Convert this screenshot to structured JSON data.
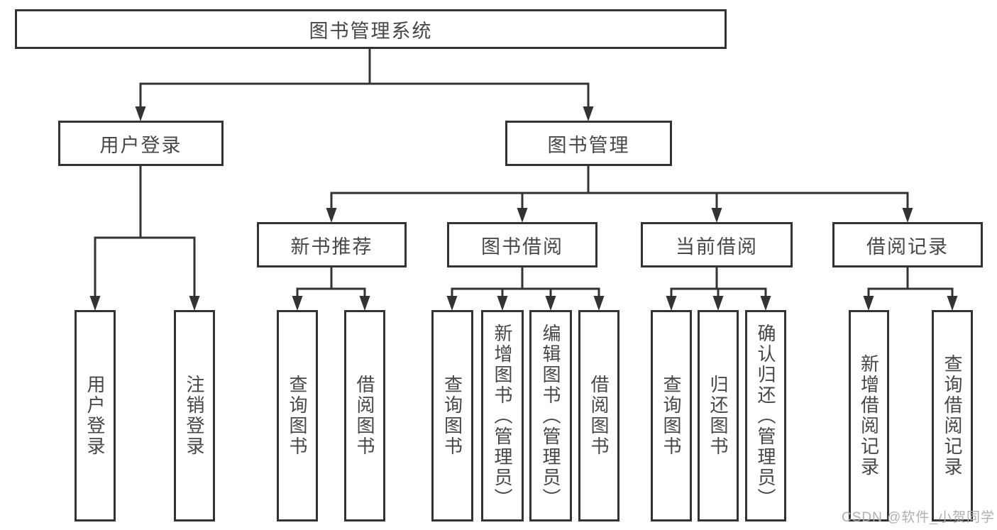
{
  "diagram": {
    "type": "hierarchy-flowchart",
    "colors": {
      "line": "#333333",
      "box_border": "#333333",
      "text": "#474747",
      "background": "#ffffff",
      "watermark": "#ababab"
    },
    "nodes": {
      "root": {
        "label": "图书管理系统"
      },
      "login": {
        "label": "用户登录"
      },
      "mgmt": {
        "label": "图书管理"
      },
      "newbook": {
        "label": "新书推荐"
      },
      "borrow": {
        "label": "图书借阅"
      },
      "current": {
        "label": "当前借阅"
      },
      "records": {
        "label": "借阅记录"
      },
      "login_user": {
        "label": "用户登录"
      },
      "login_logout": {
        "label": "注销登录"
      },
      "newbook_query": {
        "label": "查询图书"
      },
      "newbook_borrow": {
        "label": "借阅图书"
      },
      "borrow_query": {
        "label": "查询图书"
      },
      "borrow_add": {
        "label": "新增图书（管理员）"
      },
      "borrow_edit": {
        "label": "编辑图书（管理员）"
      },
      "borrow_lend": {
        "label": "借阅图书"
      },
      "current_query": {
        "label": "查询图书"
      },
      "current_return": {
        "label": "归还图书"
      },
      "current_confirm": {
        "label": "确认归还（管理员）"
      },
      "records_add": {
        "label": "新增借阅记录"
      },
      "records_query": {
        "label": "查询借阅记录"
      }
    },
    "edges": [
      [
        "root",
        "login"
      ],
      [
        "root",
        "mgmt"
      ],
      [
        "login",
        "login_user"
      ],
      [
        "login",
        "login_logout"
      ],
      [
        "mgmt",
        "newbook"
      ],
      [
        "mgmt",
        "borrow"
      ],
      [
        "mgmt",
        "current"
      ],
      [
        "mgmt",
        "records"
      ],
      [
        "newbook",
        "newbook_query"
      ],
      [
        "newbook",
        "newbook_borrow"
      ],
      [
        "borrow",
        "borrow_query"
      ],
      [
        "borrow",
        "borrow_add"
      ],
      [
        "borrow",
        "borrow_edit"
      ],
      [
        "borrow",
        "borrow_lend"
      ],
      [
        "current",
        "current_query"
      ],
      [
        "current",
        "current_return"
      ],
      [
        "current",
        "current_confirm"
      ],
      [
        "records",
        "records_add"
      ],
      [
        "records",
        "records_query"
      ]
    ],
    "watermark": "CSDN @软件_小贺同学"
  }
}
